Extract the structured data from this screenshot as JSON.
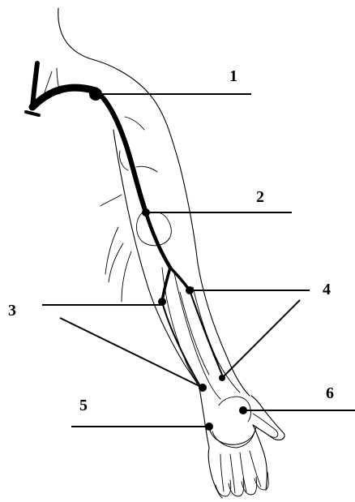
{
  "diagram": {
    "labels": [
      {
        "id": "1",
        "text": "1"
      },
      {
        "id": "2",
        "text": "2"
      },
      {
        "id": "3",
        "text": "3"
      },
      {
        "id": "4",
        "text": "4"
      },
      {
        "id": "5",
        "text": "5"
      },
      {
        "id": "6",
        "text": "6"
      }
    ],
    "colors": {
      "ink": "#000000",
      "background": "#ffffff"
    }
  }
}
